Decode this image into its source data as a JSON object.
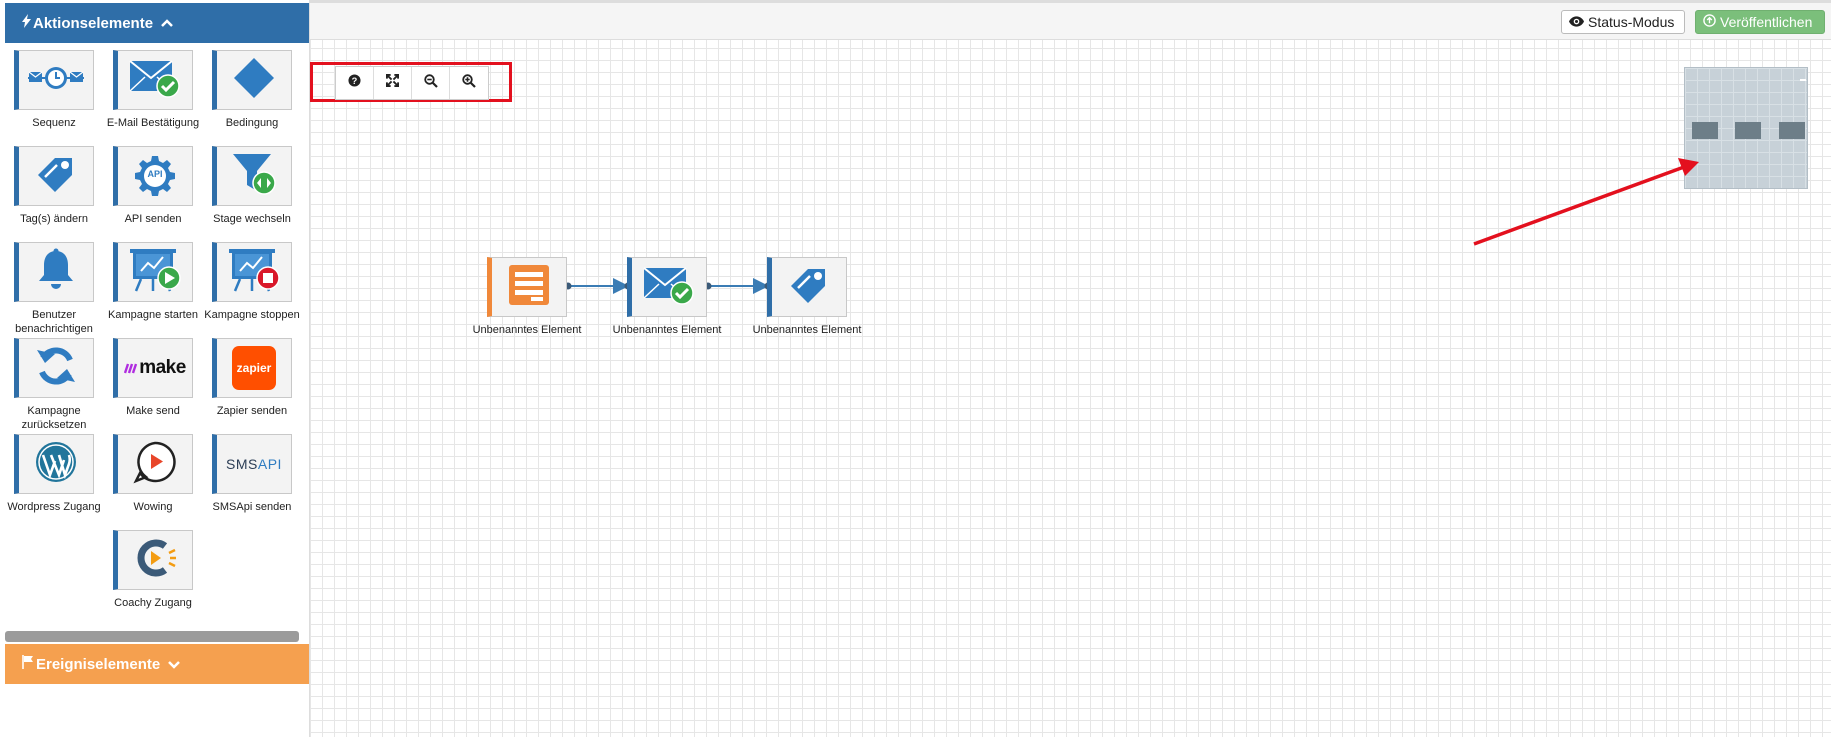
{
  "sidebar": {
    "action_header": "Aktionselemente",
    "event_header": "Ereigniselemente",
    "tiles": [
      {
        "label": "Sequenz"
      },
      {
        "label": "E-Mail Bestätigung"
      },
      {
        "label": "Bedingung"
      },
      {
        "label": "Tag(s) ändern"
      },
      {
        "label": "API senden",
        "badge": "API"
      },
      {
        "label": "Stage wechseln"
      },
      {
        "label": "Benutzer benachrichtigen"
      },
      {
        "label": "Kampagne starten"
      },
      {
        "label": "Kampagne stoppen"
      },
      {
        "label": "Kampagne zurücksetzen"
      },
      {
        "label": "Make send",
        "logo": "make"
      },
      {
        "label": "Zapier senden",
        "logo": "zapier"
      },
      {
        "label": "Wordpress Zugang"
      },
      {
        "label": "Wowing"
      },
      {
        "label": "SMSApi senden",
        "logo_a": "SMS",
        "logo_b": "API"
      },
      {
        "label": "Coachy Zugang"
      }
    ]
  },
  "toolbar": {
    "status_label": "Status-Modus",
    "publish_label": "Veröffentlichen"
  },
  "canvas": {
    "nodes": [
      {
        "label": "Unbenanntes Element",
        "icon": "form-icon"
      },
      {
        "label": "Unbenanntes Element",
        "icon": "email-check-icon"
      },
      {
        "label": "Unbenanntes Element",
        "icon": "tag-icon"
      }
    ]
  },
  "colors": {
    "primary": "#2f6ea8",
    "event": "#f5a04f",
    "publish": "#7bbf7b",
    "highlight": "#e3101e"
  },
  "icons": [
    "bolt-icon",
    "chevron-up-icon",
    "flag-icon",
    "chevron-down-icon",
    "eye-icon",
    "upload-icon",
    "help-icon",
    "fullscreen-icon",
    "zoom-out-icon",
    "zoom-in-icon"
  ]
}
